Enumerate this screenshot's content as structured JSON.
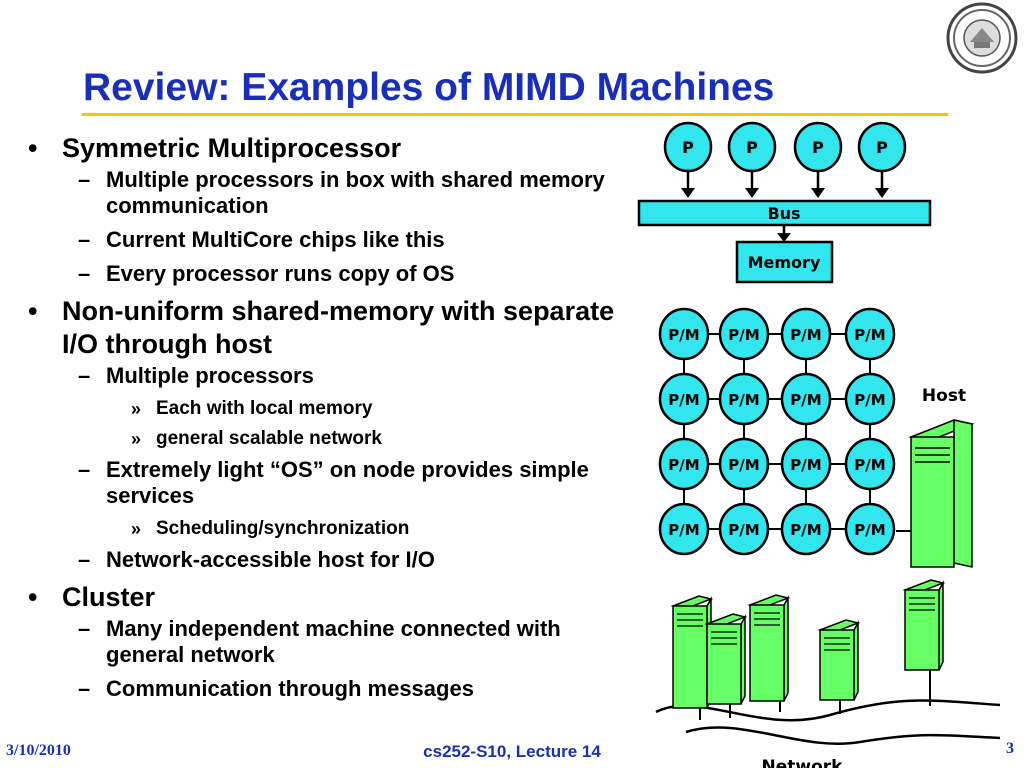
{
  "slide": {
    "title": "Review: Examples of MIMD Machines",
    "bullets": [
      {
        "text": "Symmetric Multiprocessor",
        "sub": [
          {
            "text": "Multiple processors in box with shared memory communication",
            "sub": []
          },
          {
            "text": "Current MultiCore chips like this",
            "sub": []
          },
          {
            "text": "Every processor runs copy of OS",
            "sub": []
          }
        ]
      },
      {
        "text": "Non-uniform shared-memory with separate I/O through host",
        "sub": [
          {
            "text": "Multiple processors",
            "sub": [
              "Each with local memory",
              "general scalable network"
            ]
          },
          {
            "text": "Extremely light “OS” on node provides simple services",
            "sub": [
              "Scheduling/synchronization"
            ]
          },
          {
            "text": "Network-accessible host for I/O",
            "sub": []
          }
        ]
      },
      {
        "text": "Cluster",
        "sub": [
          {
            "text": "Many independent machine connected with general network",
            "sub": []
          },
          {
            "text": "Communication through messages",
            "sub": []
          }
        ]
      }
    ],
    "markers": {
      "l1": "•",
      "l2": "–",
      "l3": "»"
    }
  },
  "smp_diagram": {
    "processor_label": "P",
    "bus_label": "Bus",
    "memory_label": "Memory"
  },
  "mesh_diagram": {
    "node_label": "P/M",
    "host_label": "Host"
  },
  "cluster_diagram": {
    "network_label": "Network"
  },
  "footer": {
    "date": "3/10/2010",
    "course": "cs252-S10, Lecture 14",
    "page": "3"
  },
  "colors": {
    "title": "#1a2fb5",
    "rule": "#f0c800",
    "node_fill": "#33e6ee",
    "server_fill": "#66ff66"
  }
}
